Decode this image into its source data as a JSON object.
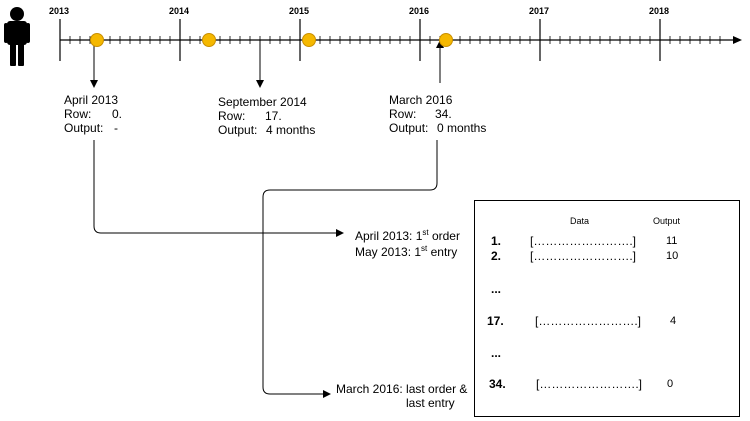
{
  "timeline": {
    "years": [
      "2013",
      "2014",
      "2015",
      "2016",
      "2017",
      "2018"
    ]
  },
  "events": [
    {
      "title": "April 2013",
      "row_label": "Row:",
      "row_value": "0.",
      "output_label": "Output:",
      "output_value": "-"
    },
    {
      "title": "September 2014",
      "row_label": "Row:",
      "row_value": "17.",
      "output_label": "Output:",
      "output_value": "4 months"
    },
    {
      "title": "March 2016",
      "row_label": "Row:",
      "row_value": "34.",
      "output_label": "Output:",
      "output_value": "0 months"
    }
  ],
  "notes": {
    "first": {
      "line1_pre": "April 2013: 1",
      "line1_sup": "st",
      "line1_post": " order",
      "line2_pre": "May 2013:  1",
      "line2_sup": "st",
      "line2_post": " entry"
    },
    "last": {
      "line1": "March 2016: last order &",
      "line2": "last entry"
    }
  },
  "table": {
    "header_data": "Data",
    "header_output": "Output",
    "rows": [
      {
        "index": "1.",
        "data": "[…………………….]",
        "output": "11"
      },
      {
        "index": "2.",
        "data": "[…………………….]",
        "output": "10"
      },
      {
        "index": "...",
        "data": "",
        "output": ""
      },
      {
        "index": "17.",
        "data": "[…………………….]",
        "output": "4"
      },
      {
        "index": "...",
        "data": "",
        "output": ""
      },
      {
        "index": "34.",
        "data": "[…………………….]",
        "output": "0"
      }
    ]
  },
  "colors": {
    "marker": "#f5b800",
    "marker_stroke": "#c98f00",
    "line": "#000000"
  }
}
